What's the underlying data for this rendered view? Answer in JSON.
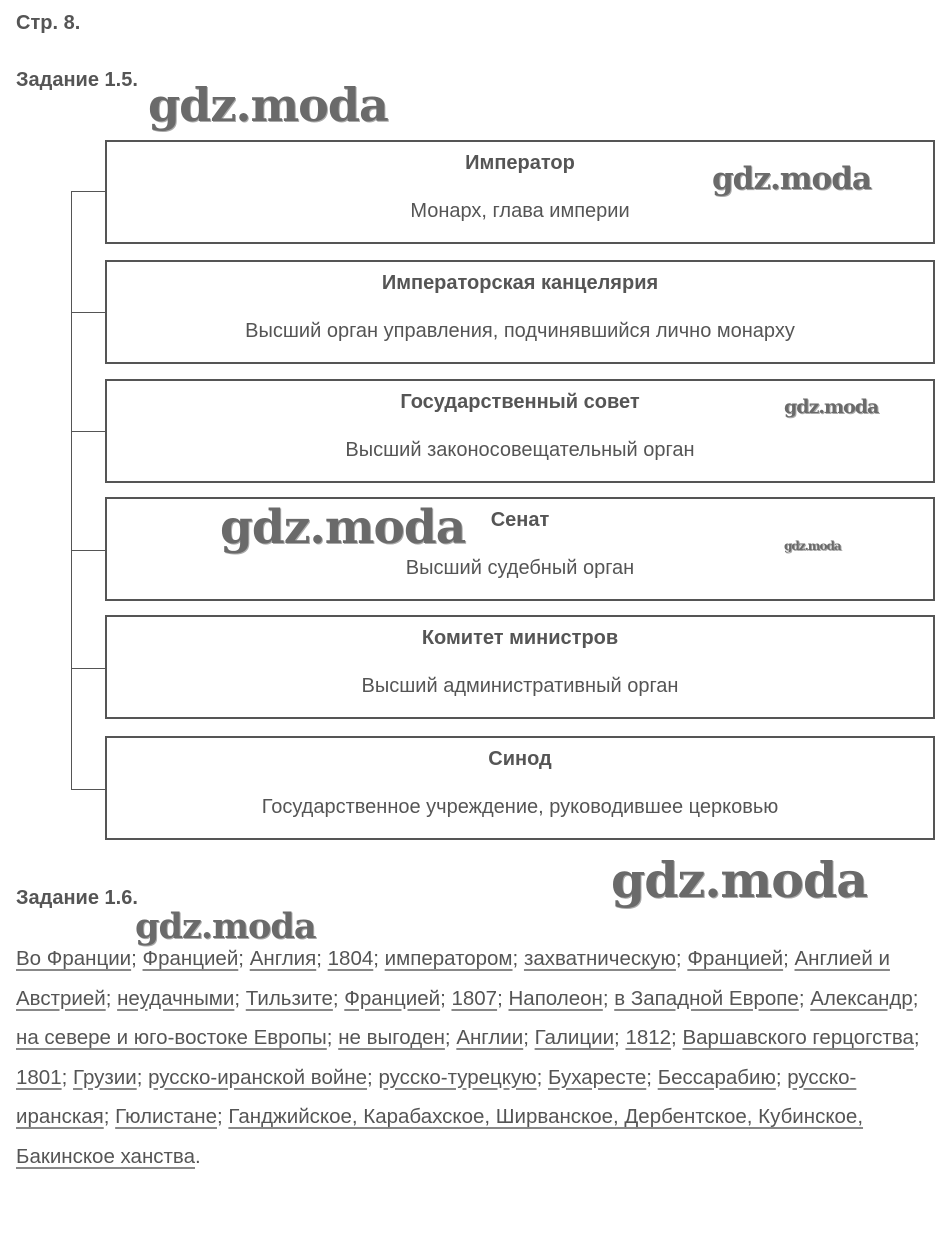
{
  "page_label": "Стр. 8.",
  "task_1_5": {
    "title": "Задание 1.5.",
    "boxes": [
      {
        "title": "Император",
        "desc": "Монарх, глава империи"
      },
      {
        "title": "Императорская канцелярия",
        "desc": "Высший орган управления, подчинявшийся лично монарху"
      },
      {
        "title": "Государственный совет",
        "desc": "Высший законосовещательный орган"
      },
      {
        "title": "Сенат",
        "desc": "Высший судебный орган"
      },
      {
        "title": "Комитет министров",
        "desc": "Высший административный орган"
      },
      {
        "title": "Синод",
        "desc": "Государственное учреждение, руководившее церковью"
      }
    ]
  },
  "task_1_6": {
    "title": "Задание 1.6.",
    "terms": [
      "Во Франции",
      "Францией",
      "Англия",
      "1804",
      "императором",
      "захватническую",
      "Францией",
      "Англией и Австрией",
      "неудачными",
      "Тильзите",
      "Францией",
      "1807",
      "Наполеон",
      "в Западной Европе",
      "Александр",
      "на севере и юго-востоке Европы",
      "не выгоден",
      "Англии",
      "Галиции",
      "1812",
      "Варшавского герцогства",
      "1801",
      "Грузии",
      "русско-иранской войне",
      "русско-турецкую",
      "Бухаресте",
      "Бессарабию",
      "русско-иранская",
      "Гюлистане",
      "Ганджийское, Карабахское, Ширванское, Дербентское, Кубинское, Бакинское ханства"
    ],
    "separator": ";",
    "end": "."
  },
  "watermark_text": "gdz.moda"
}
